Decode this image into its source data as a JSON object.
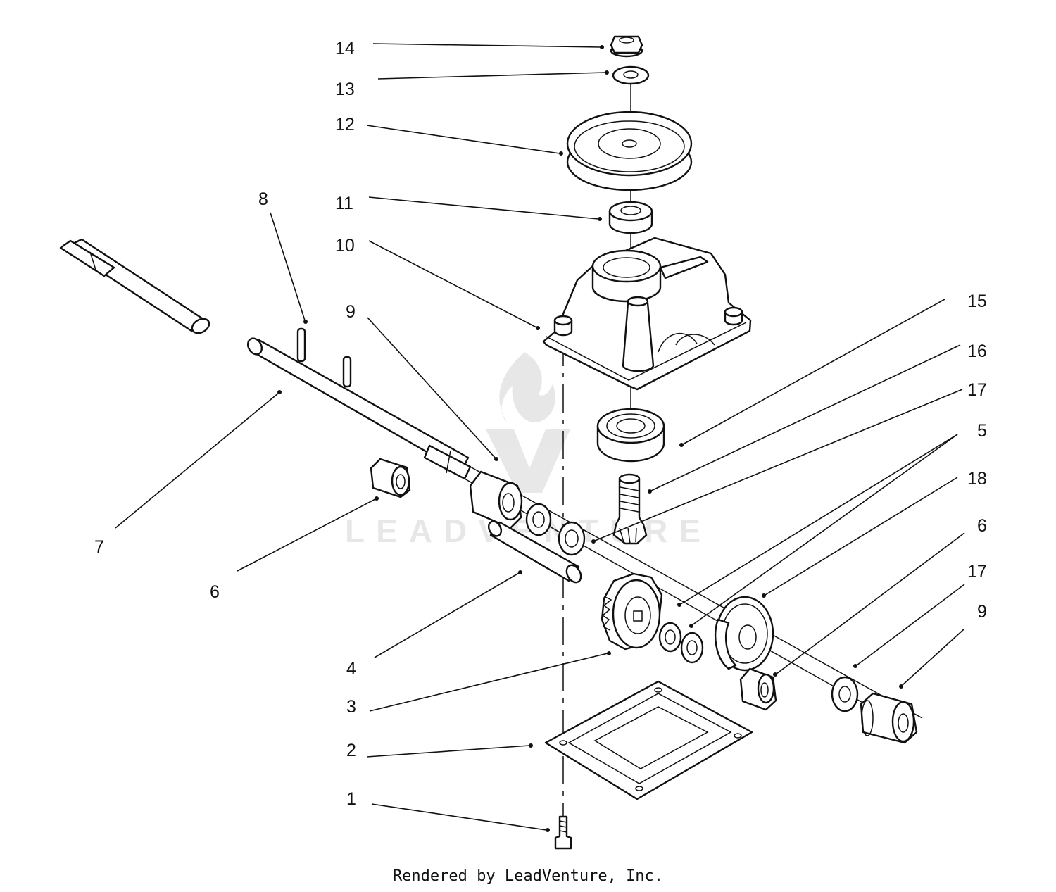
{
  "callouts": [
    {
      "id": "14",
      "label": "14"
    },
    {
      "id": "13",
      "label": "13"
    },
    {
      "id": "12",
      "label": "12"
    },
    {
      "id": "11",
      "label": "11"
    },
    {
      "id": "10",
      "label": "10"
    },
    {
      "id": "8",
      "label": "8"
    },
    {
      "id": "9a",
      "label": "9"
    },
    {
      "id": "15",
      "label": "15"
    },
    {
      "id": "16",
      "label": "16"
    },
    {
      "id": "17a",
      "label": "17"
    },
    {
      "id": "5",
      "label": "5"
    },
    {
      "id": "18",
      "label": "18"
    },
    {
      "id": "6a",
      "label": "6"
    },
    {
      "id": "17b",
      "label": "17"
    },
    {
      "id": "9b",
      "label": "9"
    },
    {
      "id": "7",
      "label": "7"
    },
    {
      "id": "6b",
      "label": "6"
    },
    {
      "id": "4",
      "label": "4"
    },
    {
      "id": "3",
      "label": "3"
    },
    {
      "id": "2",
      "label": "2"
    },
    {
      "id": "1",
      "label": "1"
    }
  ],
  "watermark": {
    "text": "LEADVENTURE"
  },
  "footer": {
    "credit": "Rendered by LeadVenture, Inc."
  }
}
